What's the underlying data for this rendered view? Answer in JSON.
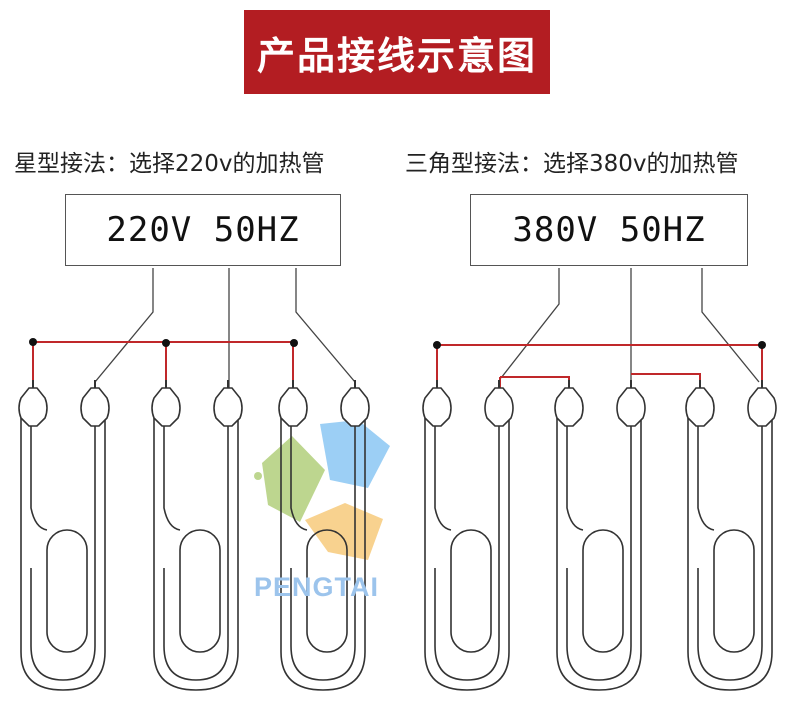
{
  "title": "产品接线示意图",
  "star": {
    "label": "星型接法：选择220v的加热管",
    "voltage": "220V 50HZ"
  },
  "delta": {
    "label": "三角型接法：选择380v的加热管",
    "voltage": "380V 50HZ"
  },
  "watermark": {
    "text": "PENGTAI",
    "colors": [
      "#a8c96a",
      "#7cc0f2",
      "#f6c46a"
    ]
  },
  "colors": {
    "banner": "#b31d22",
    "wire_red": "#c0282a",
    "wire_dark": "#444444",
    "node": "#111111"
  }
}
